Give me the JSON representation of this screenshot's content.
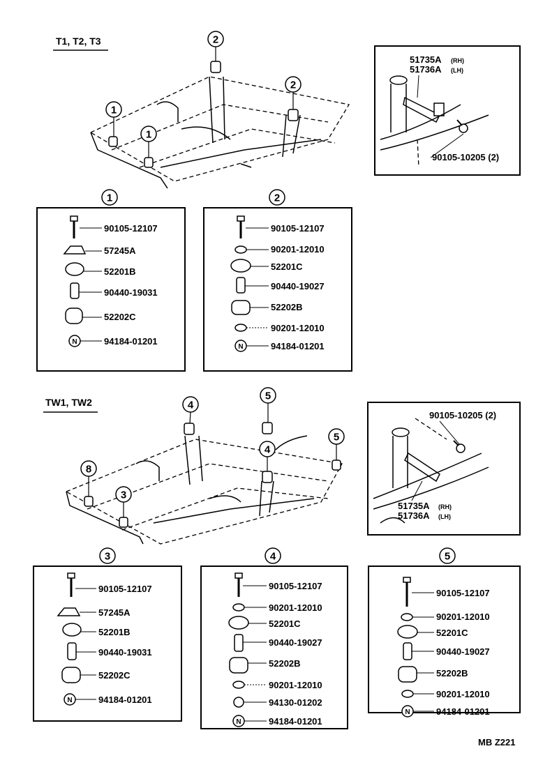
{
  "sections": {
    "top_title": "T1, T2, T3",
    "bottom_title": "TW1, TW2"
  },
  "markers": {
    "m1": "1",
    "m2": "2",
    "m3": "3",
    "m4": "4",
    "m5": "5",
    "m8": "8"
  },
  "top_inset": {
    "label_rh": "51735A",
    "label_rh_side": "(RH)",
    "label_lh": "51736A",
    "label_lh_side": "(LH)",
    "bolt": "90105-10205 (2)"
  },
  "bottom_inset": {
    "bolt": "90105-10205 (2)",
    "label_rh": "51735A",
    "label_rh_side": "(RH)",
    "label_lh": "51736A",
    "label_lh_side": "(LH)"
  },
  "box1": {
    "parts": [
      "90105-12107",
      "57245A",
      "52201B",
      "90440-19031",
      "52202C",
      "94184-01201"
    ]
  },
  "box2": {
    "parts": [
      "90105-12107",
      "90201-12010",
      "52201C",
      "90440-19027",
      "52202B",
      "90201-12010",
      "94184-01201"
    ]
  },
  "box3": {
    "parts": [
      "90105-12107",
      "57245A",
      "52201B",
      "90440-19031",
      "52202C",
      "94184-01201"
    ]
  },
  "box4": {
    "parts": [
      "90105-12107",
      "90201-12010",
      "52201C",
      "90440-19027",
      "52202B",
      "90201-12010",
      "94130-01202",
      "94184-01201"
    ]
  },
  "box5": {
    "parts": [
      "90105-12107",
      "90201-12010",
      "52201C",
      "90440-19027",
      "52202B",
      "90201-12010",
      "94184-01201"
    ]
  },
  "nut_letter": "N",
  "footer": {
    "code": "MB  Z221"
  }
}
